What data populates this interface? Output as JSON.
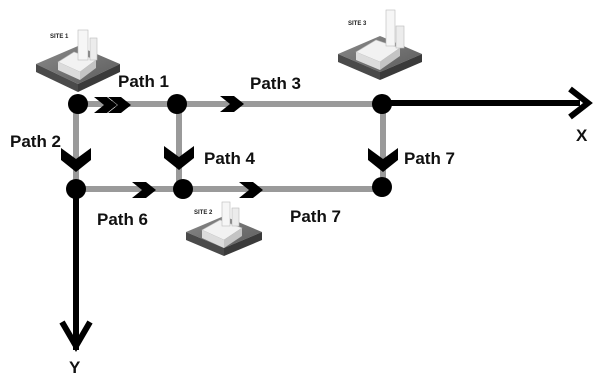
{
  "sites": [
    {
      "label": "SITE 1"
    },
    {
      "label": "SITE 3"
    },
    {
      "label": "SITE 2"
    }
  ],
  "paths": {
    "p1": "Path 1",
    "p2": "Path 2",
    "p3": "Path 3",
    "p4": "Path 4",
    "p6": "Path 6",
    "p7a": "Path 7",
    "p7b": "Path 7"
  },
  "outputs": {
    "x": "X",
    "y": "Y"
  },
  "colors": {
    "edge": "#9a9a9a",
    "node": "#000000",
    "arrow": "#000000"
  }
}
